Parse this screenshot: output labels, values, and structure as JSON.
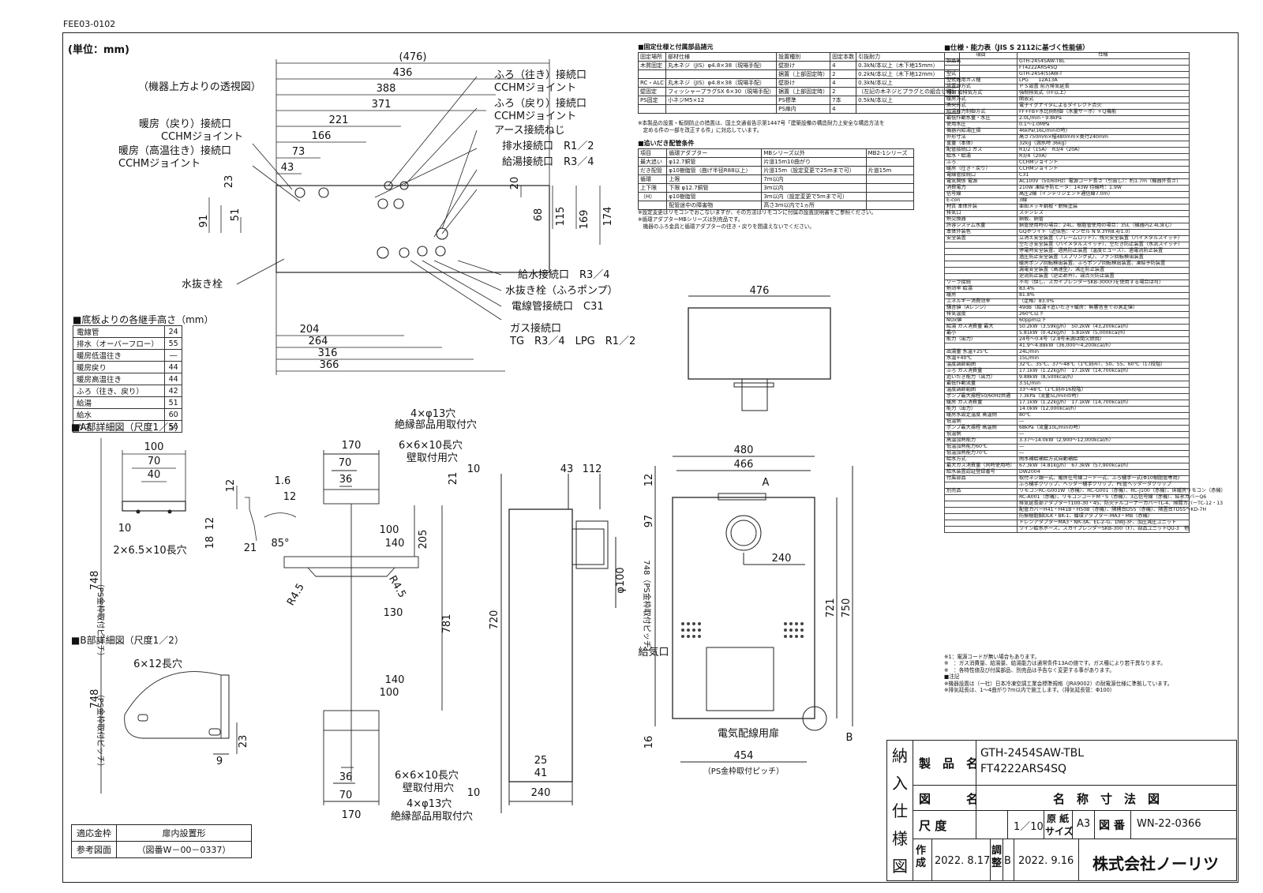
{
  "doc_code": "FEE03-0102",
  "unit_label": "(単位：mm)",
  "top_view": {
    "caption": "（機器上方よりの透視図）",
    "dims_top": [
      "(476)",
      "436",
      "388",
      "371",
      "221",
      "166",
      "73",
      "43"
    ],
    "dims_left": [
      "23",
      "51",
      "91"
    ],
    "dims_right": [
      "20",
      "68",
      "115",
      "169",
      "174"
    ],
    "dims_bottom": [
      "204",
      "264",
      "316",
      "366"
    ],
    "labels_left": [
      "暖房（戻り）接続口",
      "CCHMジョイント",
      "暖房（高温往き）接続口",
      "CCHMジョイント"
    ],
    "labels_right": [
      "ふろ（往き）接続口",
      "CCHMジョイント",
      "ふろ（戻り）接続口",
      "CCHMジョイント",
      "アース接続ねじ",
      "排水接続口　R1／2",
      "給湯接続口　R3／4"
    ],
    "labels_lower": [
      "給水接続口　R3／4",
      "水抜き栓（ふろポンプ）",
      "電線管接続口　C31",
      "ガス接続口",
      "TG　R3／4　LPG　R1／2"
    ],
    "drain_label": "水抜き栓"
  },
  "heights_table": {
    "title": "■底板よりの各継手高さ（mm）",
    "rows": [
      [
        "電線管",
        "24"
      ],
      [
        "排水（オーバーフロー）",
        "55"
      ],
      [
        "暖房低温往き",
        "―"
      ],
      [
        "暖房戻り",
        "44"
      ],
      [
        "暖房高温往き",
        "44"
      ],
      [
        "ふろ（往き、戻り）",
        "42"
      ],
      [
        "給湯",
        "51"
      ],
      [
        "給水",
        "60"
      ],
      [
        "ガス",
        "56"
      ]
    ]
  },
  "detail_a": {
    "title": "■A部詳細図（尺度1／5）",
    "dims": [
      "100",
      "70",
      "40",
      "12",
      "1.6",
      "12",
      "10",
      "12",
      "18",
      "21",
      "85°"
    ],
    "label": "2×6.5×10長穴",
    "pitch": "748",
    "pitch_label": "（PS金枠取付ピッチ）"
  },
  "detail_b": {
    "title": "■B部詳細図（尺度1／2）",
    "label": "6×12長穴",
    "pitch": "748",
    "pitch_label": "（PS金枠取付ピッチ）",
    "dims": [
      "23",
      "9"
    ]
  },
  "bracket_view": {
    "top_labels": [
      "4×φ13穴",
      "絶縁部品用取付穴",
      "6×6×10長穴",
      "壁取付用穴"
    ],
    "dims": [
      "170",
      "70",
      "36",
      "100",
      "140",
      "205",
      "21",
      "781",
      "130",
      "140",
      "100",
      "36",
      "70",
      "170",
      "R4.5",
      "R4.5"
    ],
    "bottom_labels": [
      "6×6×10長穴",
      "壁取付用穴",
      "4×φ13穴",
      "絶縁部品用取付穴"
    ]
  },
  "side_view": {
    "dims": [
      "10",
      "43",
      "112",
      "720",
      "φ100",
      "25",
      "41",
      "10",
      "240"
    ]
  },
  "front_view": {
    "dims": [
      "476",
      "480",
      "466",
      "12",
      "97",
      "240",
      "721",
      "750",
      "16",
      "454"
    ],
    "pitch": "748（PS金枠取付ピッチ）",
    "labels": [
      "A",
      "B",
      "給気口",
      "電気配線用扉"
    ],
    "bottom_pitch": "（PS金枠取付ピッチ）"
  },
  "fixing_table": {
    "title": "■固定仕様と付属部品諸元",
    "header": [
      "固定場所",
      "部材仕様",
      "設置種別",
      "固定本数",
      "引抜耐力"
    ],
    "rows": [
      [
        "木質固定",
        "丸木ネジ（JIS）φ4.8×38（現場手配）",
        "壁掛け",
        "4",
        "0.3kN/本以上（木下地15mm）"
      ],
      [
        "",
        "",
        "据置（上部固定時）",
        "2",
        "0.2kN/本以上（木下地12mm）"
      ],
      [
        "RC・ALC",
        "丸木ネジ（JIS）φ4.8×38（現場手配）",
        "壁掛け",
        "4",
        "0.3kN/本以上"
      ],
      [
        "壁固定",
        "フィッシャープラグSX 6×30（現場手配）",
        "据置（上部固定時）",
        "2",
        "（左記の木ネジとプラグとの組合せ時）"
      ],
      [
        "PS固定",
        "小ネジM5×12",
        "PS標準",
        "7本",
        "0.5kN/本以上"
      ],
      [
        "",
        "",
        "PS扉内",
        "4",
        ""
      ]
    ],
    "notes": [
      "※本製品の設置・転倒防止の措置は、国土交通省告示第1447号「建築設備の構造耐力上安全な構造方法を",
      "　定める件の一部を改正する件」に対応しています。"
    ]
  },
  "piping_table": {
    "title": "■追いだき配管条件",
    "header": [
      "項目",
      "循環アダプター",
      "MBシリーズ以外",
      "MB2-1シリーズ"
    ],
    "rows": [
      [
        "最大追い",
        "φ12.7銅管",
        "片道15m10曲がり",
        ""
      ],
      [
        "だき配管",
        "φ10樹脂管（曲げ半径R88以上）",
        "片道15m（設定変更で25mまで可）",
        "片道15m"
      ],
      [
        "循環",
        "上限",
        "7m以内",
        ""
      ],
      [
        "上下限",
        "下限 φ12.7銅管",
        "3m以内",
        ""
      ],
      [
        "（H）",
        "φ10樹脂管",
        "3m以内（設定変更で5mまで可）",
        ""
      ],
      [
        "",
        "配管途中の障害物",
        "高さ3m以内で1ヵ所",
        ""
      ]
    ],
    "notes": [
      "※設定変更はリモコンでおこないますが、その方法はリモコンに付属の設置説明書をご参照ください。",
      "※循環アダプターMBシリーズは別売品です。",
      "　機器のふろ金具と循環アダプターの往き・戻りを間違えないでください。"
    ]
  },
  "spec_table": {
    "title": "■仕様・能力表（JIS S 2112に基づく性能値）",
    "header": [
      "項目",
      "仕様"
    ],
    "rows": [
      [
        "製品名",
        "GTH-2454SAW-TBL"
      ],
      [
        "",
        "FT4222ARS4SQ"
      ],
      [
        "型式",
        "GTH-2454(S)AW-T"
      ],
      [
        "型式適用ガス種",
        "LPG　　12A13A"
      ],
      [
        "設置の方式",
        "ＰＳ設置 前方排気延長"
      ],
      [
        "種類 給排気方式",
        "強制排気式（FF以上）"
      ],
      [
        "暖房方式",
        "開放式"
      ],
      [
        "点火方式",
        "電子イグナイタによるダイレクト点火"
      ],
      [
        "給湯能力制御方式",
        "FF+FB+水比例制御（水量サーボ）+Ｑ機能"
      ],
      [
        "最低作動水量・水圧",
        "2.0L/min・9.8kPa"
      ],
      [
        "使用水圧",
        "0.1〜1.0MPa"
      ],
      [
        "機器内給湯圧損",
        "46kPa(16L/minの時)"
      ],
      [
        "外形寸法",
        "高さ750mm×幅480mm×奥行240mm"
      ],
      [
        "重量（本体）",
        "32kg（満水時 36kg）"
      ],
      [
        "配管接続口 ガス",
        "R1/2（15A）　R3/4（20A）"
      ],
      [
        "給水・給湯",
        "R3/4（20A）"
      ],
      [
        "ふろ",
        "CCHMジョイント"
      ],
      [
        "暖房（往き・戻り）",
        "CCHMジョイント"
      ],
      [
        "電線管接続口",
        "C31"
      ],
      [
        "電気関係 電源",
        "AC100V（50/60Hz）電源コード長さ（引出し）：約1.7m（機器外長さ）"
      ],
      [
        "消費電力",
        "210W 凍結予防ヒータ：143W 待機時：1.9W"
      ],
      [
        "信号線",
        "高圧2線（インテリジェント通信線7.0m）"
      ],
      [
        "E-con",
        "3線"
      ],
      [
        "材質 本体外装",
        "亜鉛メッキ鋼板・耐候塗装"
      ],
      [
        "排気口",
        "ステンレス"
      ],
      [
        "熱交換器",
        "銅板、銅管"
      ],
      [
        "許容システム水量",
        "銅管使用時の場合：24L、樹脂管使用の場合：35L（機器内2.4L含む）"
      ],
      [
        "本体外装色",
        "GQホワイト（近似色：マンセル N 9.3YR8.4/1.0）"
      ],
      [
        "安全装置",
        "立消え安全装置（フレームロッド）、残火安全装置（バイメタルスイッチ）"
      ],
      [
        "",
        "空だき安全装置（バイメタルスイッチ）、空だき防止装置（水流スイッチ）"
      ],
      [
        "",
        "停電時安全装置、過熱防止装置（温度ヒューズ）、過電流防止装置"
      ],
      [
        "",
        "過圧防止安全装置（スプリング式）、ファン回転検出装置"
      ],
      [
        "",
        "暖房ポンプ回転検出装置、ふろポンプ回転検出装置、凍結予防装置"
      ],
      [
        "",
        "漏電安全装置（高速型）、減圧防止装置"
      ],
      [
        "",
        "逆流防止装置（逆止め弁）、誤点火防止装置"
      ],
      [
        "ソーラ接続",
        "不可（但し、スカイプレンダーSKB-300(F)を使用する場合は可）"
      ],
      [
        "熱効率 給湯",
        "83.4%"
      ],
      [
        "暖房",
        "81.8%"
      ],
      [
        "エネルギー消費効率",
        "（定格）83.0%"
      ],
      [
        "騒音値（Aレンジ）",
        "49dB（給湯+追いだき+暖房：無響音室での測定値）"
      ],
      [
        "排気温度",
        "260℃以下"
      ],
      [
        "NOx値",
        "60ppm以下"
      ],
      [
        "給湯 ガス消費量 最大",
        "50.2kW（3.59kg/h）　50.2kW（43,200kcal/h）"
      ],
      [
        "最小",
        "5.81kW（0.42kg/h）　5.81kW（5,000kcal/h）"
      ],
      [
        "能力（出力）",
        "24号〜0.4号（2.8号未満は間欠燃焼）"
      ],
      [
        "",
        "41.9〜4.88kW（36,000〜4,200kcal/h）"
      ],
      [
        "出湯量 水温+25℃",
        "24L/min"
      ],
      [
        "水温+40℃",
        "15L/min"
      ],
      [
        "温度調節範囲",
        "32℃、35℃、37〜48℃（1℃刻み）、50、55、60℃（17段階）"
      ],
      [
        "ふろ ガス消費量",
        "17.1kW（1.22kg/h）　17.1kW（14,700kcal/h）"
      ],
      [
        "追いだき能力（出力）",
        "9.88kW（8,500kcal/h）"
      ],
      [
        "最低作動流量",
        "3.5L/min"
      ],
      [
        "温度調節範囲",
        "33〜48℃（1℃刻み16段階）"
      ],
      [
        "ポンプ最大揚程50/60Hz共通",
        "7.3kPa（流量5L/minの時）"
      ],
      [
        "暖房 ガス消費量",
        "17.1kW（1.22kg/h）　17.1kW（14,700kcal/h）"
      ],
      [
        "能力（出力）",
        "14.0kW（12,000kcal/h）"
      ],
      [
        "暖房水設定温度 高温側",
        "80℃"
      ],
      [
        "低温側",
        "―"
      ],
      [
        "ポンプ最大揚程 高温側",
        "68kPa（流量10L/minの時）"
      ],
      [
        "低温側",
        "―"
      ],
      [
        "高温加熱能力",
        "3.37〜14.0kW（2,900〜12,000kcal/h）"
      ],
      [
        "低温加熱能力60℃",
        "―"
      ],
      [
        "低温加熱能力70℃",
        "―"
      ],
      [
        "給水方式",
        "雨水補給補給方式自動補給"
      ],
      [
        "最大ガス消費量（同時使用時）",
        "67.3kW（4.81kg/h）　67.3kW（57,900kcal/h）"
      ],
      [
        "給水装置認証登録番号",
        "DW2004"
      ],
      [
        "付属部品",
        "取付ネジ類一式、暖房往号線コード一式、ふろ樋手一式(Φ10樹脂管専用)"
      ],
      [
        "",
        "ふろ樋手クリップ、ヘッダー樋手クリップ、PE管ヘッダーダクリップ"
      ],
      [
        "別売品",
        "リモコンRC-G001W（赤機）、RC-G001（赤機）、RC-J100（赤機）、床暖房リモコン（赤機）"
      ],
      [
        "",
        "RC-A001（赤機）、リモコンコードM・S（赤機）、3芯信号線（赤機）、結氷カバーQ6"
      ],
      [
        "",
        "排気延長部アダプターT100-30・45、防火テルコーナーカバーTL-4、隙間カバーTC-12・13"
      ],
      [
        "",
        "配管カバーH41・H41B・H50B（赤機）、隣桶台D55（赤機）、隣置台TD55〜KD-7H"
      ],
      [
        "",
        "防振樹脂脚DLK・BK-1、循環アダプター-MA3・MB（赤機）"
      ],
      [
        "",
        "ドレンアダプターMA3・NR-3A、EL-2-G、DWJ-3F、加圧減圧ユニット"
      ],
      [
        "",
        "ツイン給水ホース、スカイプレンダーSKB-300（F）、部品ユニットQU-3　他"
      ]
    ],
    "notes": [
      "※1：電源コードが無い場合もあります。",
      "※　：ガス消費量、給湯量、給湯能力は通常条件13Aの値です。ガス種により若干異なります。",
      "※　：各特性値及び付属部品、別売品は予告なく変更する事があります。",
      "■注記",
      "※機器設置は（一社）日本冷凍空調工業会標準規格（JRA9002）の耐電源仕様に準拠しています。",
      "※排気延長は、1〜4曲がり7m以内で施工します。（排気延長管：Φ100）"
    ]
  },
  "ref_box": {
    "rows": [
      [
        "適応金枠",
        "扉内設置形"
      ],
      [
        "参考図面",
        "（図番W－00－0337）"
      ]
    ]
  },
  "title_block": {
    "vertical": [
      "納",
      "入",
      "仕",
      "様",
      "図"
    ],
    "product_label": "製　品　名",
    "product_names": [
      "GTH-2454SAW-TBL",
      "FT4222ARS4SQ"
    ],
    "fig_label": "図　　　名",
    "fig_name": "名　称　寸　法　図",
    "scale_label": "尺 度",
    "scale_value": "1／10",
    "paper_label_1": "原 紙",
    "paper_label_2": "サイズ",
    "paper_value": "A3",
    "fig_no_label": "図 番",
    "fig_no": "WN-22-0366",
    "made_label": "作成",
    "made_date": "2022. 8.17",
    "adjust_label": "調整",
    "adjust_rev": "B",
    "adjust_date": "2022. 9.16",
    "company": "株式会社ノーリツ"
  }
}
